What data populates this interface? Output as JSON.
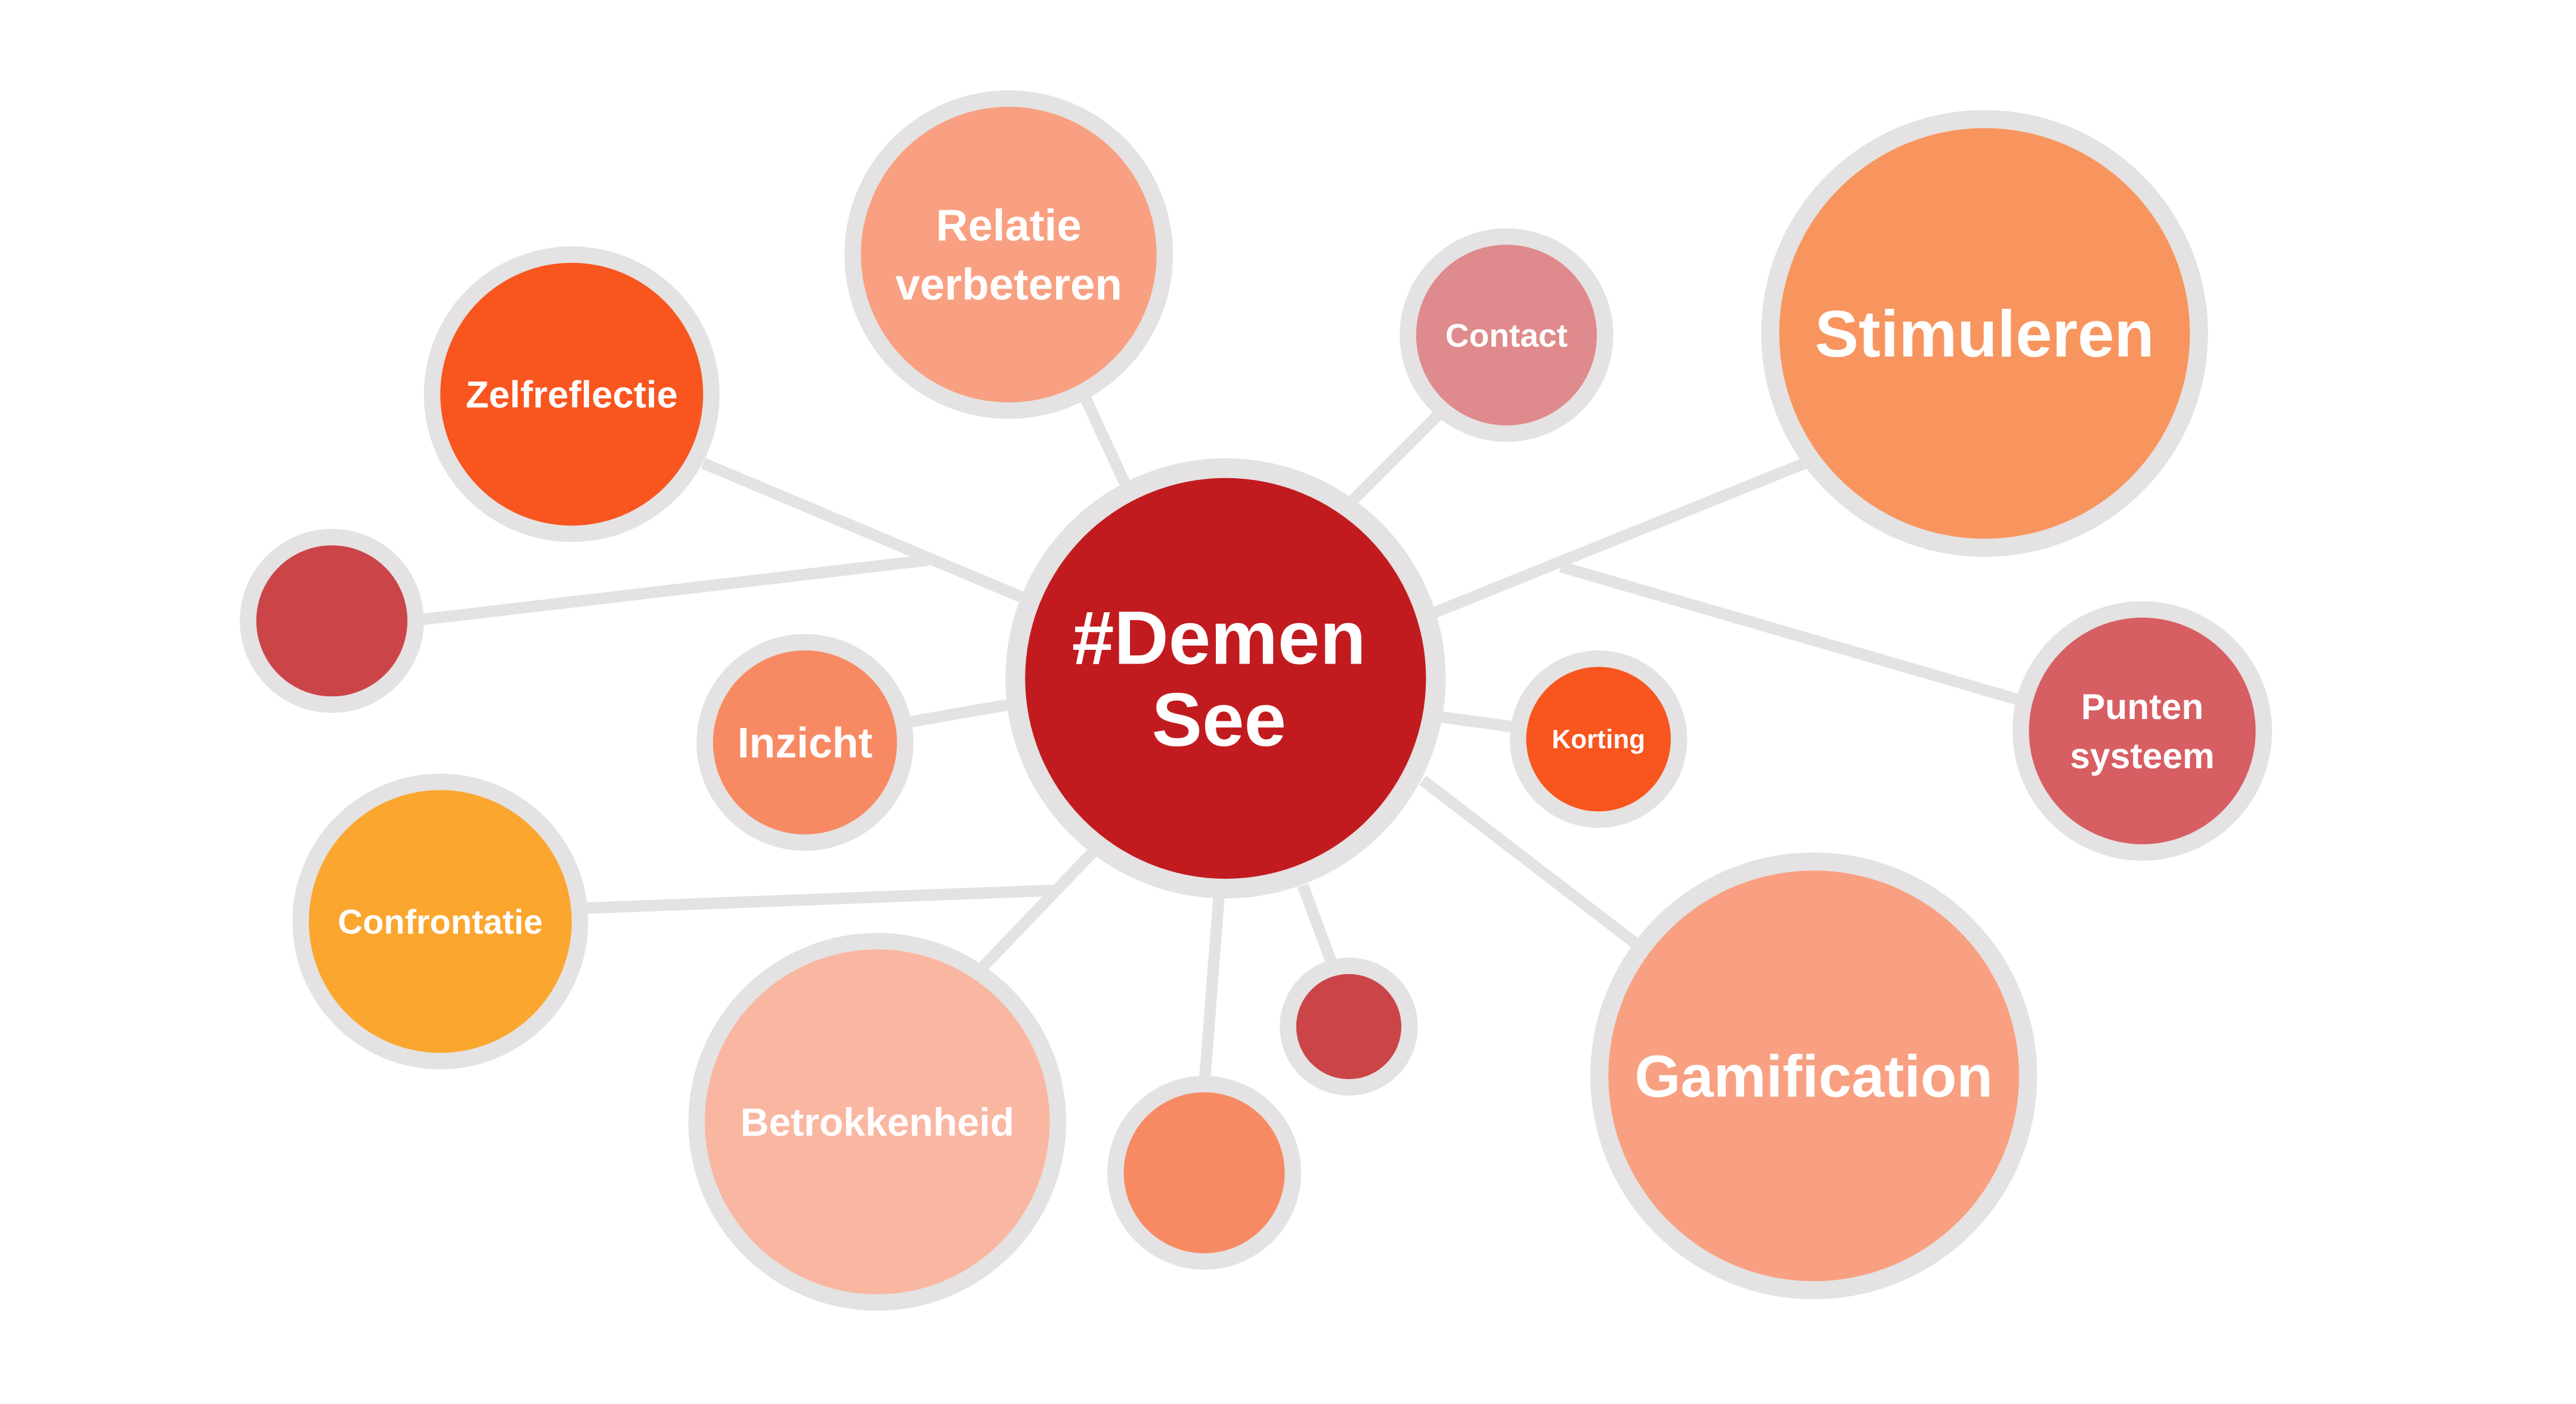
{
  "center": {
    "lines": [
      "#Demen",
      "See"
    ],
    "color": "#C21B1F"
  },
  "nodes": [
    {
      "id": "relatie-verbeteren",
      "lines": [
        "Relatie",
        "verbeteren"
      ],
      "color": "#F8A081"
    },
    {
      "id": "contact",
      "lines": [
        "Contact"
      ],
      "color": "#DF8A8C"
    },
    {
      "id": "stimuleren",
      "lines": [
        "Stimuleren"
      ],
      "color": "#F8955F"
    },
    {
      "id": "zelfreflectie",
      "lines": [
        "Zelfreflectie"
      ],
      "color": "#F8551F"
    },
    {
      "id": "unlabeled-red-left",
      "lines": [],
      "color": "#CB4548"
    },
    {
      "id": "inzicht",
      "lines": [
        "Inzicht"
      ],
      "color": "#F78A63"
    },
    {
      "id": "korting",
      "lines": [
        "Korting"
      ],
      "color": "#F8551F"
    },
    {
      "id": "punten-systeem",
      "lines": [
        "Punten",
        "systeem"
      ],
      "color": "#D75E63"
    },
    {
      "id": "confrontatie",
      "lines": [
        "Confrontatie"
      ],
      "color": "#FBA62F"
    },
    {
      "id": "betrokkenheid",
      "lines": [
        "Betrokkenheid"
      ],
      "color": "#F9B7A2"
    },
    {
      "id": "unlabeled-orange-bottom",
      "lines": [],
      "color": "#F78A63"
    },
    {
      "id": "unlabeled-red-bottom",
      "lines": [],
      "color": "#CB4548"
    },
    {
      "id": "gamification",
      "lines": [
        "Gamification"
      ],
      "color": "#F8A081"
    }
  ],
  "colors": {
    "ring": "#E4E2E2",
    "connector": "#E4E2E2",
    "text": "#FFFFFF"
  }
}
